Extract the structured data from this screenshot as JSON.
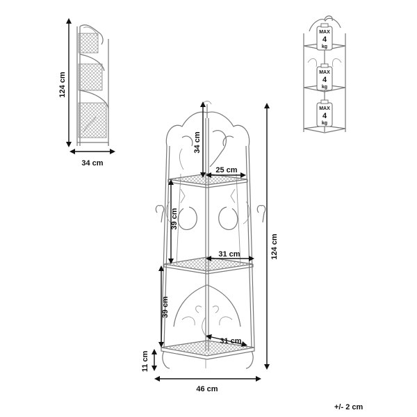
{
  "side_view": {
    "height_label": "124 cm",
    "depth_label": "34 cm"
  },
  "front_view": {
    "top_height_label": "34 cm",
    "top_shelf_width_label": "25 cm",
    "upper_gap_label": "39 cm",
    "middle_shelf_width_label": "31 cm",
    "lower_gap_label": "39 cm",
    "bottom_shelf_width_label": "31 cm",
    "foot_height_label": "11 cm",
    "total_width_label": "46 cm",
    "total_height_label": "124 cm"
  },
  "load_view": {
    "badges": [
      {
        "max": "MAX",
        "value": "4",
        "unit": "kg"
      },
      {
        "max": "MAX",
        "value": "4",
        "unit": "kg"
      },
      {
        "max": "MAX",
        "value": "4",
        "unit": "kg"
      }
    ]
  },
  "tolerance": "+/- 2 cm"
}
